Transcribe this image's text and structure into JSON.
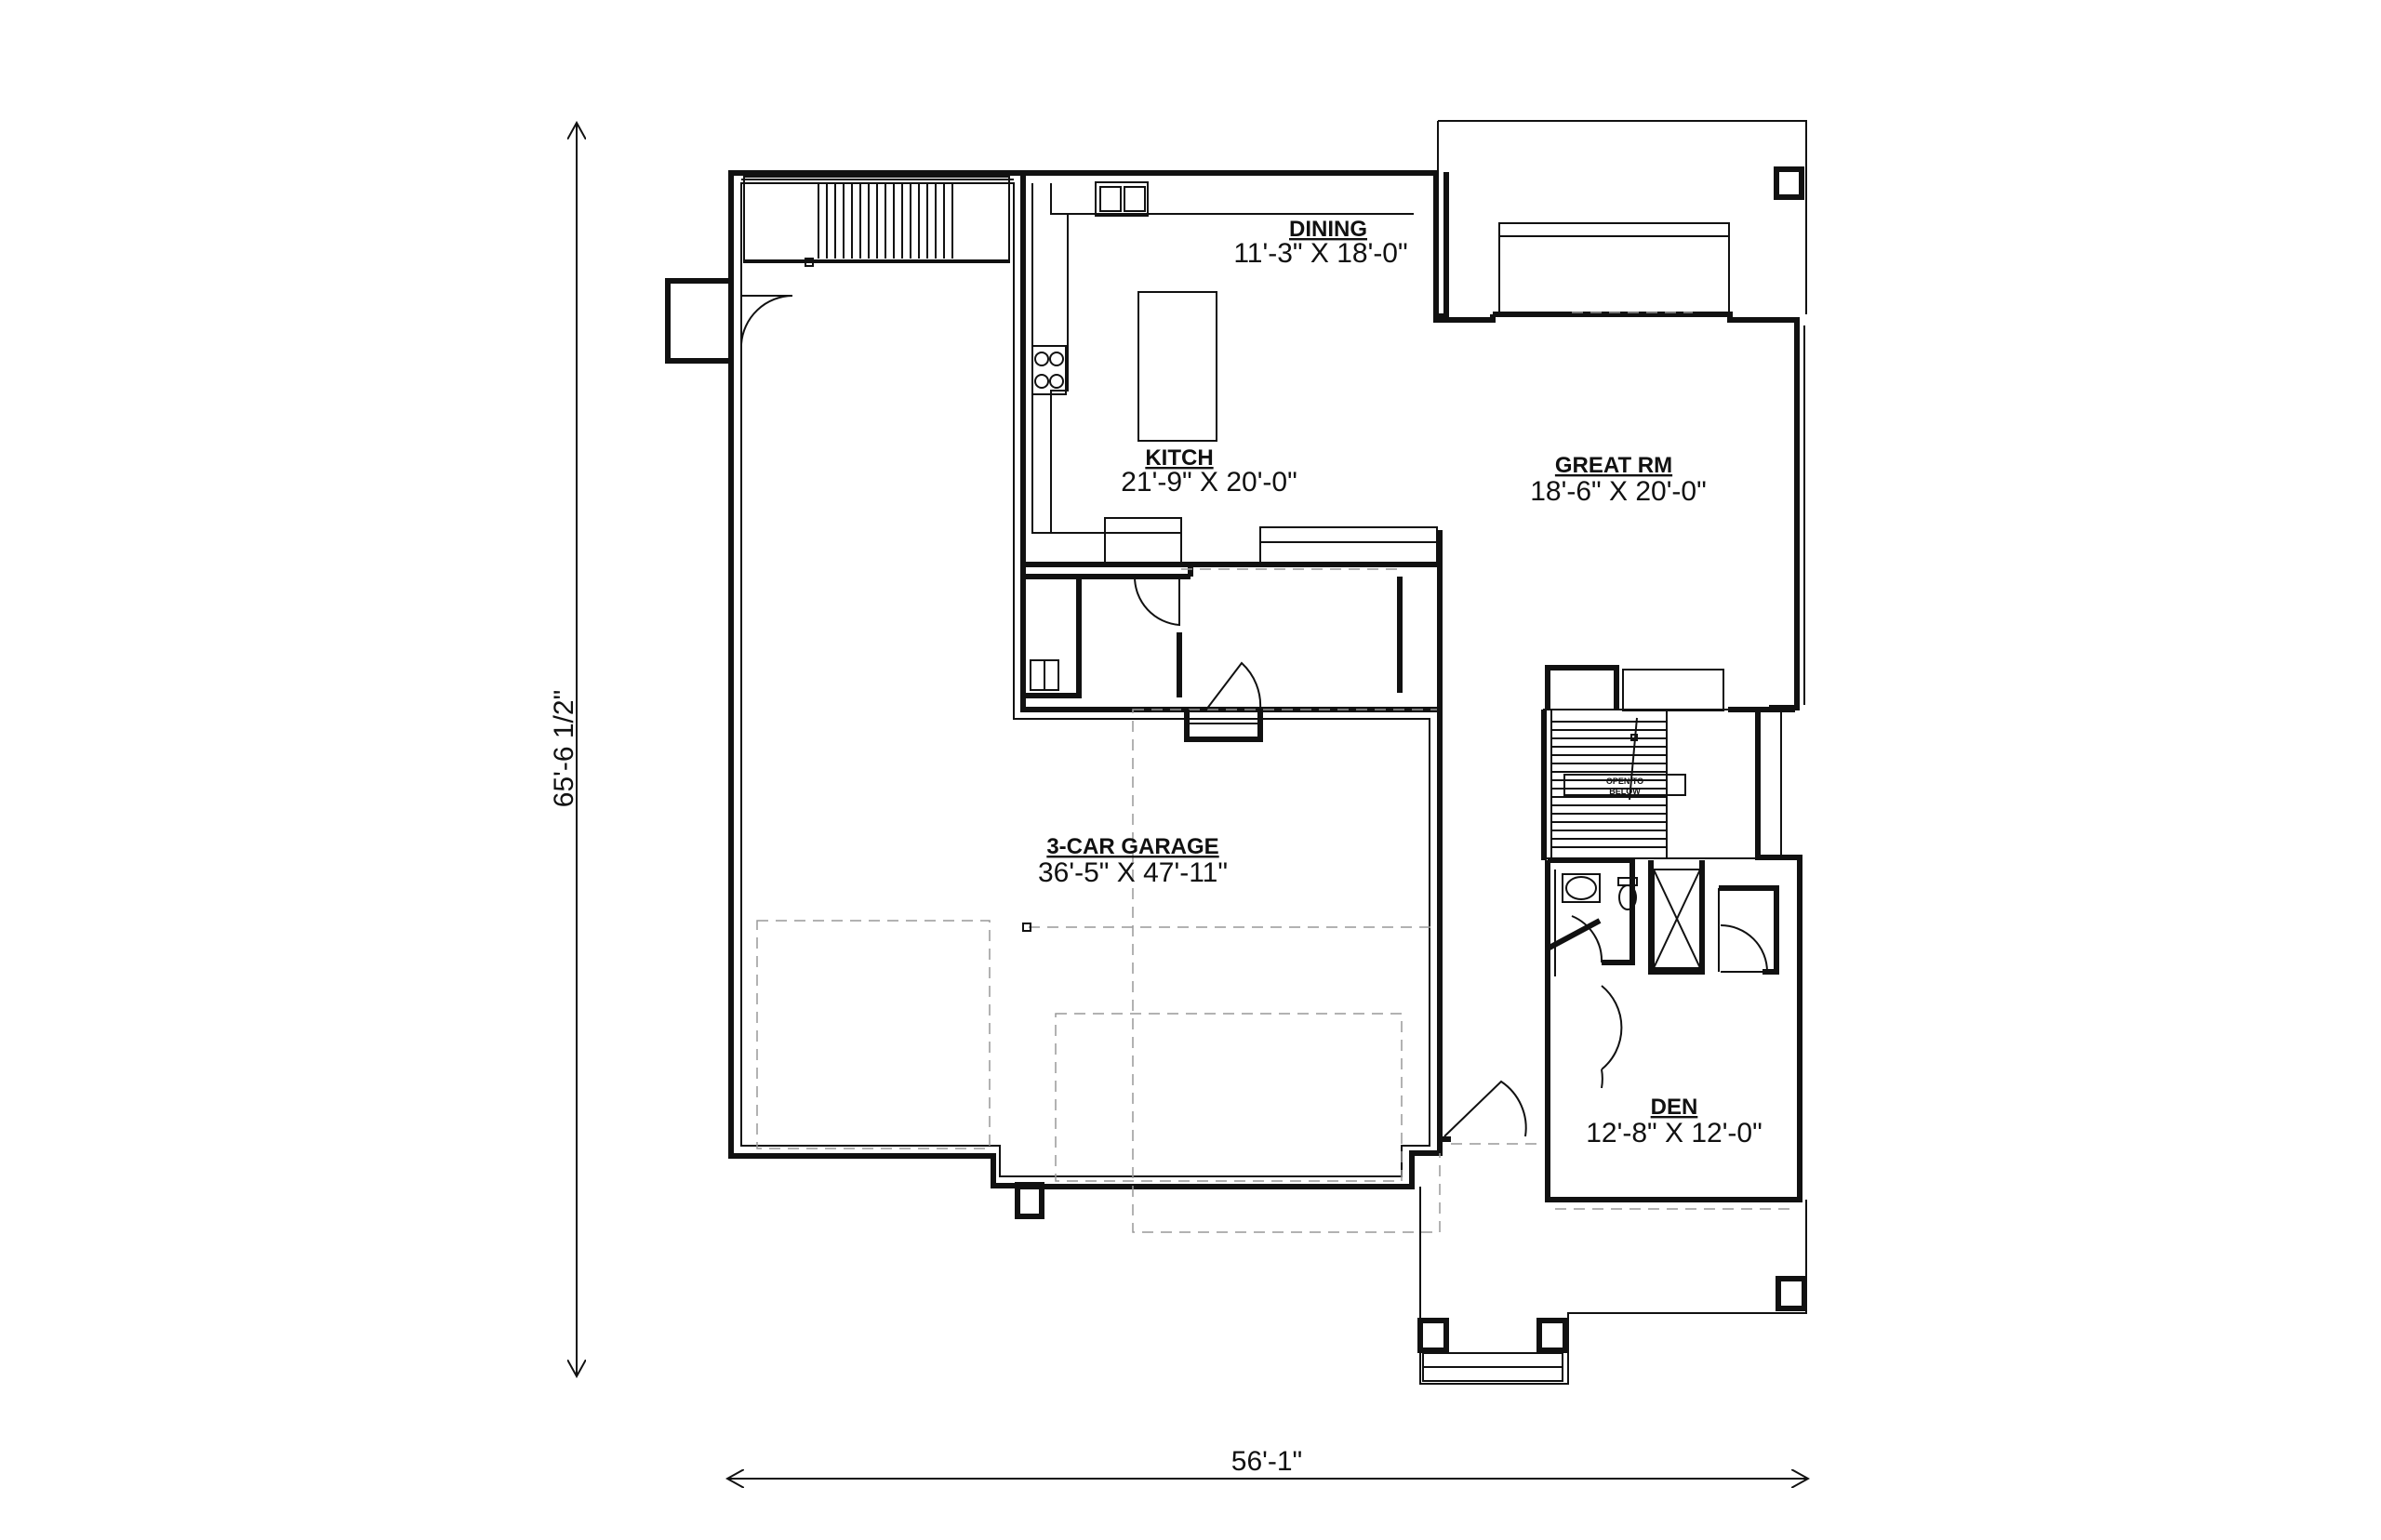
{
  "plan": {
    "rooms": {
      "dining": {
        "name": "DINING",
        "size": "11'-3\" X 18'-0\""
      },
      "kitchen": {
        "name": "KITCH",
        "size": "21'-9\" X 20'-0\""
      },
      "great_room": {
        "name": "GREAT RM",
        "size": "18'-6\" X 20'-0\""
      },
      "garage": {
        "name": "3-CAR GARAGE",
        "size": "36'-5\" X 47'-11\""
      },
      "den": {
        "name": "DEN",
        "size": "12'-8\" X 12'-0\""
      }
    },
    "stair_note": {
      "line1": "OPEN TO",
      "line2": "BELOW"
    },
    "dimensions": {
      "width": "56'-1\"",
      "depth": "65'-6 1/2\""
    }
  }
}
